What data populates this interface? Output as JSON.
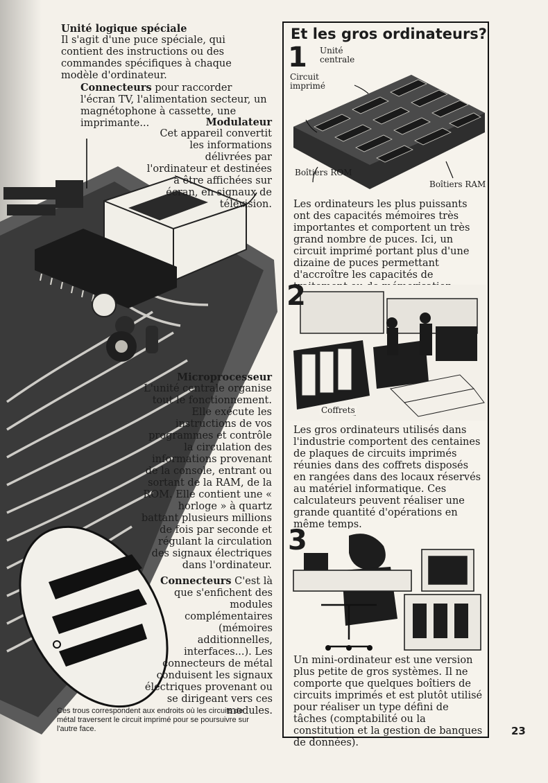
{
  "left": {
    "unite_logique": {
      "heading": "Unité logique spéciale",
      "body": "Il s'agit d'une puce spéciale, qui contient des instructions ou des commandes spécifiques à chaque modèle d'ordinateur."
    },
    "connecteurs_1": {
      "heading": "Connecteurs",
      "body": "pour raccorder l'écran TV, l'alimentation secteur, un magnétophone à cassette, une imprimante..."
    },
    "modulateur": {
      "heading": "Modulateur",
      "body": "Cet appareil convertit les informations délivrées par l'ordinateur et destinées à être affichées sur écran, en signaux de télévision."
    },
    "microprocesseur": {
      "heading": "Microprocesseur",
      "body": "L'unité centrale organise tout le fonctionnement. Elle exécute les instructions de vos programmes et contrôle la circulation des informations provenant de la console, entrant ou sortant de la RAM, de la ROM. Elle contient une « horloge » à quartz battant plusieurs millions de fois par seconde et régulant la circulation des signaux électriques dans l'ordinateur."
    },
    "connecteurs_2": {
      "heading": "Connecteurs",
      "body": "C'est là que s'enfichent des modules complémentaires (mémoires additionnelles, interfaces...). Les connecteurs de métal conduisent les signaux électriques provenant ou se dirigeant vers ces modules."
    },
    "trous_caption": "Ces trous correspondent aux endroits où les circuits de métal traversent le circuit imprimé pour se poursuivre sur l'autre face."
  },
  "box": {
    "title": "Et les gros ordinateurs?",
    "section1": {
      "number": "1",
      "label_unite": "Unité centrale",
      "label_circuit": "Circuit imprimé",
      "label_rom": "Boîtiers ROM",
      "label_ram": "Boîtiers RAM",
      "text": "Les ordinateurs les plus puissants ont des capacités mémoires très importantes et comportent un très grand nombre de puces. Ici, un circuit imprimé portant plus d'une dizaine de puces permettant d'accroître les capacités de traitement ou de mémorisation."
    },
    "section2": {
      "number": "2",
      "label_coffrets": "Coffrets",
      "text": "Les gros ordinateurs utilisés dans l'industrie comportent des centaines de plaques de circuits imprimés réunies dans des coffrets disposés en rangées dans des locaux réservés au matériel informatique. Ces calculateurs peuvent réaliser une grande quantité d'opérations en même temps."
    },
    "section3": {
      "number": "3",
      "text": "Un mini-ordinateur est une version plus petite de gros systèmes. Il ne comporte que quelques boîtiers de circuits imprimés et est plutôt utilisé pour réaliser un type défini de tâches (comptabilité ou la constitution et la gestion de banques de données)."
    }
  },
  "page_number": "23"
}
